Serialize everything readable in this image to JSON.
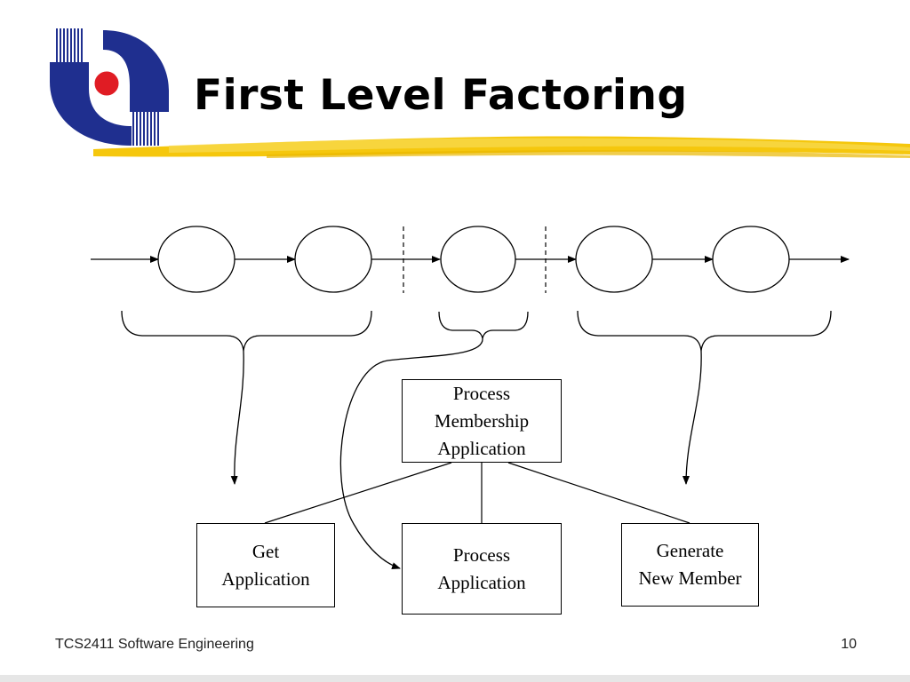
{
  "slide": {
    "title": "First Level Factoring",
    "footer_text": "TCS2411 Software Engineering",
    "page_number": "10"
  },
  "colors": {
    "logo_blue": "#1f2f8f",
    "logo_red": "#e01c24",
    "highlight_yellow": "#f4c400"
  },
  "diagram": {
    "boxes": {
      "top": {
        "lines": [
          "Process",
          "Membership",
          "Application"
        ]
      },
      "left": {
        "lines": [
          "Get",
          "Application"
        ]
      },
      "middle": {
        "lines": [
          "Process",
          "Application"
        ]
      },
      "right": {
        "lines": [
          "Generate",
          "New Member"
        ]
      }
    }
  }
}
